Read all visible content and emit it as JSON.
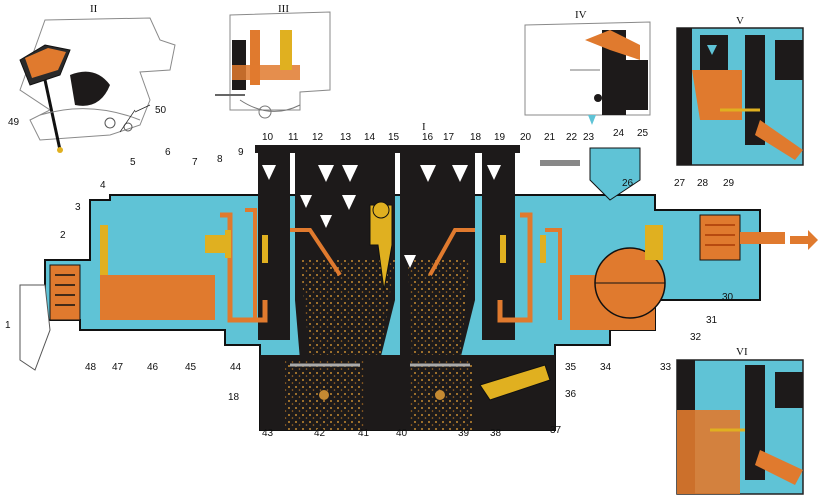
{
  "roman_labels": {
    "main": "I",
    "inset_2": "II",
    "inset_3": "III",
    "inset_4": "IV",
    "inset_5": "V",
    "inset_6": "VI"
  },
  "callouts": [
    "1",
    "2",
    "3",
    "4",
    "5",
    "6",
    "7",
    "8",
    "9",
    "10",
    "11",
    "12",
    "13",
    "14",
    "15",
    "16",
    "17",
    "18",
    "19",
    "20",
    "21",
    "22",
    "23",
    "24",
    "25",
    "26",
    "27",
    "28",
    "29",
    "30",
    "31",
    "32",
    "33",
    "34",
    "35",
    "36",
    "37",
    "38",
    "39",
    "40",
    "41",
    "42",
    "43",
    "44",
    "45",
    "46",
    "47",
    "48",
    "49",
    "50"
  ],
  "colors": {
    "fuel": "#e07a2e",
    "air": "#5fc3d6",
    "body": "#1d1a1a",
    "emulsion": "#7a5a18",
    "sketch": "#7b7b7b"
  },
  "icons": {
    "airflow": "down-arrow-icon",
    "fuel_inlet": "right-arrow-icon"
  }
}
